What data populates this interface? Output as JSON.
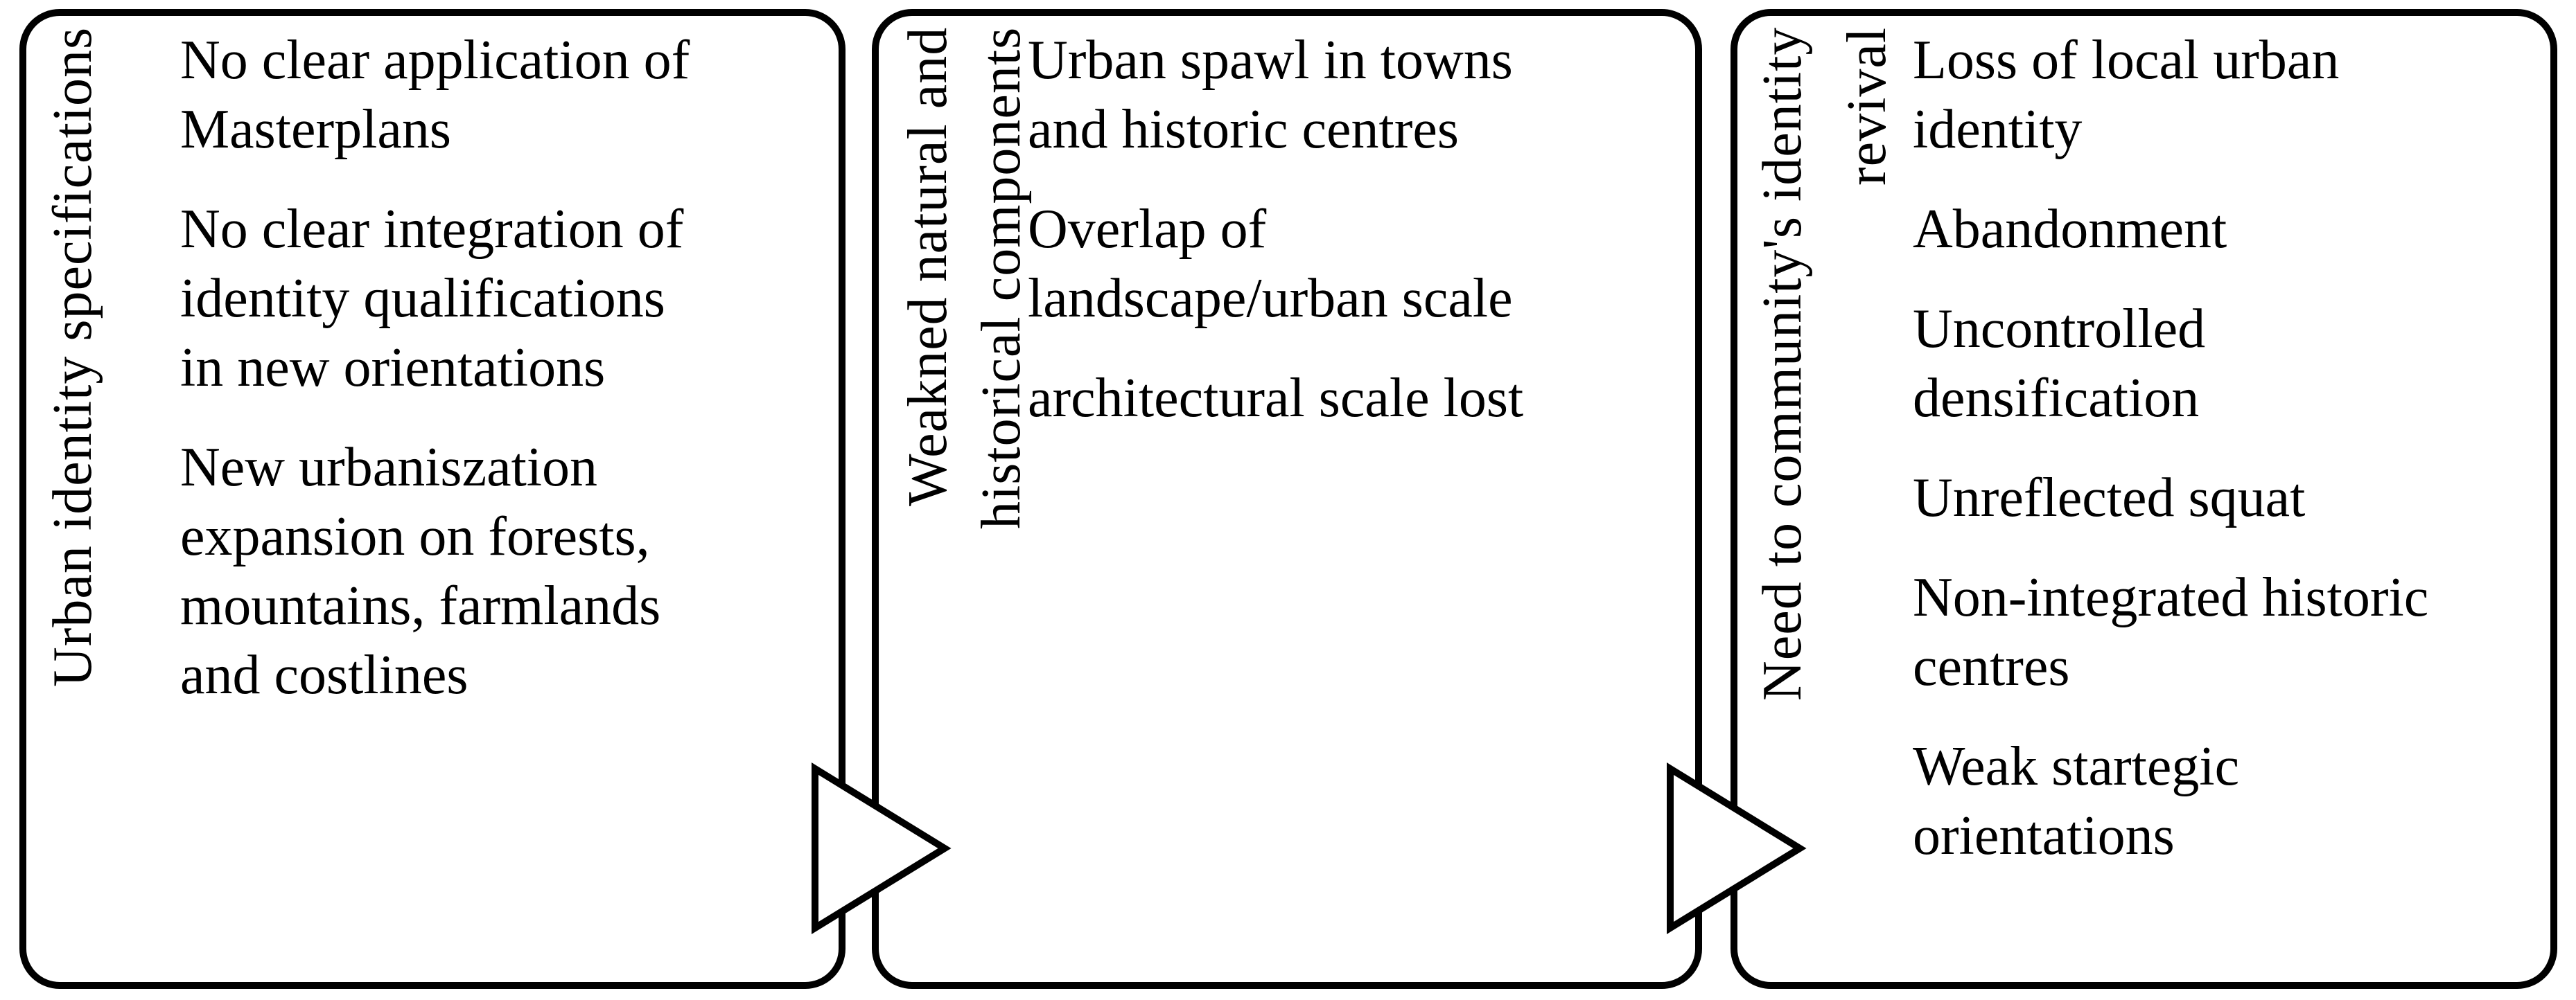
{
  "figure": {
    "boxes": [
      {
        "vertical_label": "Urban identity specifications",
        "paragraphs": [
          "No clear application of\nMasterplans",
          "No clear integration of\nidentity qualifications\nin new orientations",
          "New urbaniszation\nexpansion on forests,\nmountains, farmlands\nand costlines"
        ]
      },
      {
        "vertical_label": "Weakned natural and\nhistorical components",
        "paragraphs": [
          "Urban spawl in towns\nand historic centres",
          "Overlap of\nlandscape/urban scale",
          "architectural scale lost"
        ]
      },
      {
        "vertical_label": "Need to community's identity\nrevival",
        "paragraphs": [
          "Loss of local urban\nidentity",
          "Abandonment",
          "Uncontrolled\ndensification",
          "Unreflected squat",
          "Non-integrated historic\ncentres",
          "Weak startegic\norientations"
        ]
      }
    ],
    "arrows": [
      {
        "direction": "right"
      },
      {
        "direction": "right"
      }
    ],
    "colors": {
      "border": "#000000",
      "text": "#000000",
      "background": "#ffffff",
      "arrow_fill": "#ffffff",
      "arrow_stroke": "#000000"
    }
  }
}
